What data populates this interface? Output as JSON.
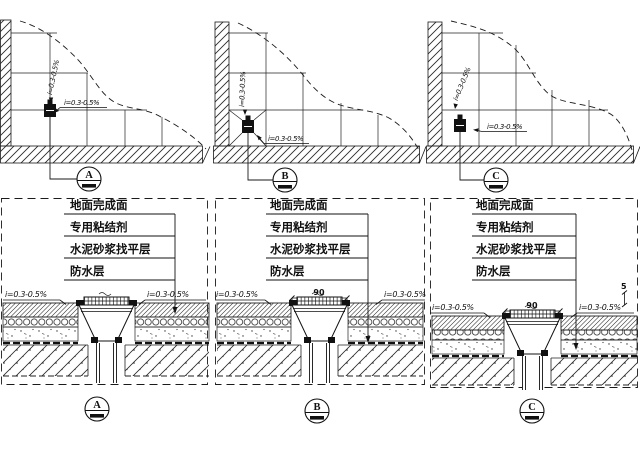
{
  "page": {
    "background": "#ffffff",
    "line_color": "#1a1a1a"
  },
  "plan_views": [
    {
      "marker": "A",
      "slope_rotated": "i=0.3-0.5%",
      "slope_horizontal": "i=0.3-0.5%"
    },
    {
      "marker": "B",
      "slope_rotated": "i=0.3-0.5%",
      "slope_horizontal": "i=0.3-0.5%"
    },
    {
      "marker": "C",
      "slope_rotated": "i=0.3-0.5%",
      "slope_horizontal": "i=0.3-0.5%"
    }
  ],
  "section_views": [
    {
      "marker": "A",
      "layer_labels": [
        "地面完成面",
        "专用粘结剂",
        "水泥砂浆找平层",
        "防水层"
      ],
      "slope_left": "i=0.3-0.5%",
      "slope_right": "i=0.3-0.5%"
    },
    {
      "marker": "B",
      "layer_labels": [
        "地面完成面",
        "专用粘结剂",
        "水泥砂浆找平层",
        "防水层"
      ],
      "slope_left": "i=0.3-0.5%",
      "slope_right": "i=0.3-0.5%",
      "dim_width": "90"
    },
    {
      "marker": "C",
      "layer_labels": [
        "地面完成面",
        "专用粘结剂",
        "水泥砂浆找平层",
        "防水层"
      ],
      "slope_left": "i=0.3-0.5%",
      "slope_right": "i=0.3-0.5%",
      "dim_width": "90",
      "dim_lip": "5"
    }
  ]
}
